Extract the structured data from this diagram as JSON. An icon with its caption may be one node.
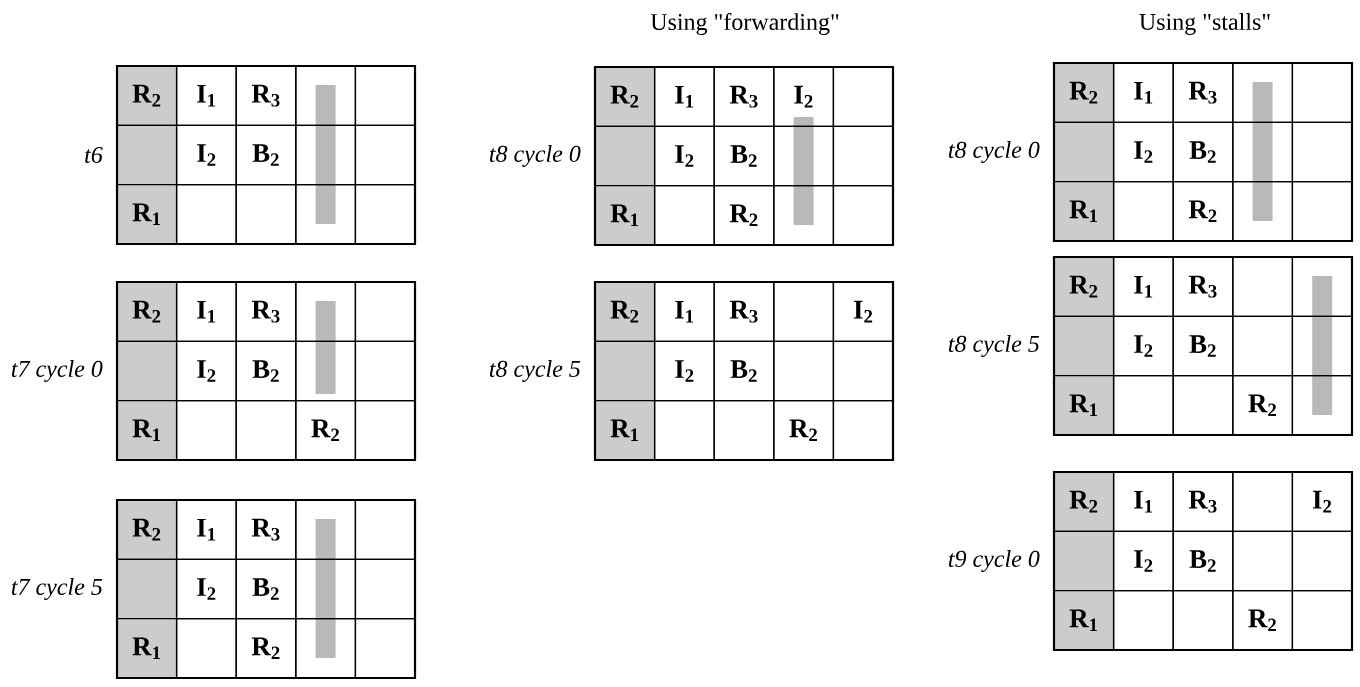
{
  "diagram": {
    "nodes": [
      {
        "text": [],
        "shape": "box",
        "beside": [
          "t6"
        ]
      },
      {
        "text": [
          "R$_{2}$"
        ],
        "in": 0
      },
      {
        "text": [
          "I$_{1}$"
        ],
        "in": 0
      },
      {
        "text": [
          "R$_{3}$"
        ],
        "in": 0
      },
      {
        "text": [],
        "shape": "box",
        "in": 0
      },
      {
        "text": [],
        "shape": "box",
        "in": 0
      },
      {
        "text": [],
        "shape": "box",
        "in": 0
      },
      {
        "text": [
          "I$_{2}$"
        ],
        "in": 0
      },
      {
        "text": [
          "B$_{2}$"
        ],
        "in": 0
      },
      {
        "text": [],
        "shape": "box",
        "in": 0
      },
      {
        "text": [],
        "shape": "box",
        "in": 0
      },
      {
        "text": [
          "R$_{1}$"
        ],
        "in": 0
      },
      {
        "text": [],
        "shape": "box",
        "in": 0
      },
      {
        "text": [],
        "shape": "box",
        "in": 0
      },
      {
        "text": [],
        "shape": "box",
        "in": 0
      },
      {
        "text": [],
        "shape": "box",
        "in": 0
      },
      {
        "text": [],
        "shape": "box",
        "beside": [
          "t7 cycle 0"
        ]
      },
      {
        "text": [
          "R$_{2}$"
        ],
        "in": 16
      },
      {
        "text": [
          "I$_{1}$"
        ],
        "in": 16
      },
      {
        "text": [
          "R$_{3}$"
        ],
        "in": 16
      },
      {
        "text": [],
        "shape": "box",
        "in": 16
      },
      {
        "text": [],
        "shape": "box",
        "in": 16
      },
      {
        "text": [],
        "shape": "box",
        "in": 16
      },
      {
        "text": [
          "I$_{2}$"
        ],
        "in": 16
      },
      {
        "text": [
          "B$_{2}$"
        ],
        "in": 16
      },
      {
        "text": [],
        "shape": "box",
        "in": 16
      },
      {
        "text": [],
        "shape": "box",
        "in": 16
      },
      {
        "text": [
          "R$_{1}$"
        ],
        "in": 16
      },
      {
        "text": [],
        "shape": "box",
        "in": 16
      },
      {
        "text": [],
        "shape": "box",
        "in": 16
      },
      {
        "text": [
          "R$_{2}$"
        ],
        "in": 16
      },
      {
        "text": [],
        "shape": "box",
        "in": 16
      },
      {
        "text": [],
        "shape": "box",
        "beside": [
          "t7 cycle 5"
        ]
      },
      {
        "text": [
          "R$_{2}$"
        ],
        "in": 32
      },
      {
        "text": [
          "I$_{1}$"
        ],
        "in": 32
      },
      {
        "text": [
          "R$_{3}$"
        ],
        "in": 32
      },
      {
        "text": [],
        "shape": "box",
        "in": 32
      },
      {
        "text": [],
        "shape": "box",
        "in": 32
      },
      {
        "text": [],
        "shape": "box",
        "in": 32
      },
      {
        "text": [
          "I$_{2}$"
        ],
        "in": 32
      },
      {
        "text": [
          "B$_{2}$"
        ],
        "in": 32
      },
      {
        "text": [],
        "shape": "box",
        "in": 32
      },
      {
        "text": [],
        "shape": "box",
        "in": 32
      },
      {
        "text": [
          "R$_{1}$"
        ],
        "in": 32
      },
      {
        "text": [],
        "shape": "box",
        "in": 32
      },
      {
        "text": [
          "R$_{2}$"
        ],
        "in": 32
      },
      {
        "text": [],
        "shape": "box",
        "in": 32
      },
      {
        "text": [],
        "shape": "box",
        "in": 32
      },
      {
        "text": [],
        "shape": "box",
        "beside": [
          "t8 cycle 0"
        ]
      },
      {
        "text": [
          "R$_{2}$"
        ],
        "in": 48
      },
      {
        "text": [
          "I$_{1}$"
        ],
        "in": 48
      },
      {
        "text": [
          "R$_{3}$"
        ],
        "in": 48
      },
      {
        "text": [
          "I$_{2}$"
        ],
        "in": 48
      },
      {
        "text": [],
        "shape": "box",
        "in": 48
      },
      {
        "text": [],
        "shape": "box",
        "in": 48
      },
      {
        "text": [
          "I$_{2}$"
        ],
        "in": 48
      },
      {
        "text": [
          "B$_{2}$"
        ],
        "in": 48
      },
      {
        "text": [],
        "shape": "box",
        "in": 48
      },
      {
        "text": [],
        "shape": "box",
        "in": 48
      },
      {
        "text": [
          "R$_{1}$"
        ],
        "in": 48
      },
      {
        "text": [],
        "shape": "box",
        "in": 48
      },
      {
        "text": [
          "R$_{2}$"
        ],
        "in": 48
      },
      {
        "text": [],
        "shape": "box",
        "in": 48
      },
      {
        "text": [],
        "shape": "box",
        "in": 48
      },
      {
        "text": [],
        "shape": "box",
        "beside": [
          "t8 cycle 5"
        ]
      },
      {
        "text": [
          "R$_{2}$"
        ],
        "in": 64
      },
      {
        "text": [
          "I$_{1}$"
        ],
        "in": 64
      },
      {
        "text": [
          "R$_{3}$"
        ],
        "in": 64
      },
      {
        "text": [],
        "shape": "box",
        "in": 64
      },
      {
        "text": [
          "I$_{2}$"
        ],
        "in": 64
      },
      {
        "text": [],
        "shape": "box",
        "in": 64
      },
      {
        "text": [
          "I$_{2}$"
        ],
        "in": 64
      },
      {
        "text": [
          "B$_{2}$"
        ],
        "in": 64
      },
      {
        "text": [],
        "shape": "box",
        "in": 64
      },
      {
        "text": [],
        "shape": "box",
        "in": 64
      },
      {
        "text": [
          "R$_{1}$"
        ],
        "in": 64
      },
      {
        "text": [],
        "shape": "box",
        "in": 64
      },
      {
        "text": [],
        "shape": "box",
        "in": 64
      },
      {
        "text": [
          "R$_{2}$"
        ],
        "in": 64
      },
      {
        "text": [],
        "shape": "box",
        "in": 64
      },
      {
        "text": [],
        "shape": "box",
        "beside": [
          "t8 cycle 0"
        ]
      },
      {
        "text": [
          "R$_{2}$"
        ],
        "in": 80
      },
      {
        "text": [
          "I$_{1}$"
        ],
        "in": 80
      },
      {
        "text": [
          "R$_{3}$"
        ],
        "in": 80
      },
      {
        "text": [],
        "shape": "box",
        "in": 80
      },
      {
        "text": [],
        "shape": "box",
        "in": 80
      },
      {
        "text": [],
        "shape": "box",
        "in": 80
      },
      {
        "text": [
          "I$_{2}$"
        ],
        "in": 80
      },
      {
        "text": [
          "B$_{2}$"
        ],
        "in": 80
      },
      {
        "text": [],
        "shape": "box",
        "in": 80
      },
      {
        "text": [],
        "shape": "box",
        "in": 80
      },
      {
        "text": [
          "R$_{1}$"
        ],
        "in": 80
      },
      {
        "text": [],
        "shape": "box",
        "in": 80
      },
      {
        "text": [
          "R$_{2}$"
        ],
        "in": 80
      },
      {
        "text": [],
        "shape": "box",
        "in": 80
      },
      {
        "text": [],
        "shape": "box",
        "in": 80
      },
      {
        "text": [],
        "shape": "box",
        "beside": [
          "t8 cycle 5"
        ]
      },
      {
        "text": [
          "R$_{2}$"
        ],
        "in": 96
      },
      {
        "text": [
          "I$_{1}$"
        ],
        "in": 96
      },
      {
        "text": [
          "R$_{3}$"
        ],
        "in": 96
      },
      {
        "text": [],
        "shape": "box",
        "in": 96
      },
      {
        "text": [],
        "shape": "box",
        "in": 96
      },
      {
        "text": [],
        "shape": "box",
        "in": 96
      },
      {
        "text": [
          "I$_{2}$"
        ],
        "in": 96
      },
      {
        "text": [
          "B$_{2}$"
        ],
        "in": 96
      },
      {
        "text": [],
        "shape": "box",
        "in": 96
      },
      {
        "text": [],
        "shape": "box",
        "in": 96
      },
      {
        "text": [
          "R$_{1}$"
        ],
        "in": 96
      },
      {
        "text": [],
        "shape": "box",
        "in": 96
      },
      {
        "text": [],
        "shape": "box",
        "in": 96
      },
      {
        "text": [
          "R$_{2}$"
        ],
        "in": 96
      },
      {
        "text": [],
        "shape": "box",
        "in": 96
      },
      {
        "text": [],
        "shape": "box",
        "beside": [
          "t9 cycle 0"
        ]
      },
      {
        "text": [
          "R$_{2}$"
        ],
        "in": 112
      },
      {
        "text": [
          "I$_{1}$"
        ],
        "in": 112
      },
      {
        "text": [
          "R$_{3}$"
        ],
        "in": 112
      },
      {
        "text": [],
        "shape": "box",
        "in": 112
      },
      {
        "text": [
          "I$_{2}$"
        ],
        "in": 112
      },
      {
        "text": [],
        "shape": "box",
        "in": 112
      },
      {
        "text": [
          "I$_{2}$"
        ],
        "in": 112
      },
      {
        "text": [
          "B$_{2}$"
        ],
        "in": 112
      },
      {
        "text": [],
        "shape": "box",
        "in": 112
      },
      {
        "text": [],
        "shape": "box",
        "in": 112
      },
      {
        "text": [
          "R$_{1}$"
        ],
        "in": 112
      },
      {
        "text": [],
        "shape": "box",
        "in": 112
      },
      {
        "text": [],
        "shape": "box",
        "in": 112
      },
      {
        "text": [
          "R$_{2}$"
        ],
        "in": 112
      },
      {
        "text": [],
        "shape": "box",
        "in": 112
      },
      {
        "text": [],
        "shape": "bar",
        "in": 0
      },
      {
        "text": [],
        "shape": "bar",
        "in": 16
      },
      {
        "text": [],
        "shape": "bar",
        "in": 32
      },
      {
        "text": [],
        "shape": "bar",
        "in": 48
      },
      {
        "text": [],
        "shape": "bar",
        "in": 80
      },
      {
        "text": [],
        "shape": "bar",
        "in": 96
      }
    ],
    "labels": [
      "Using \"forwarding\"",
      "Using \"stalls\""
    ]
  }
}
